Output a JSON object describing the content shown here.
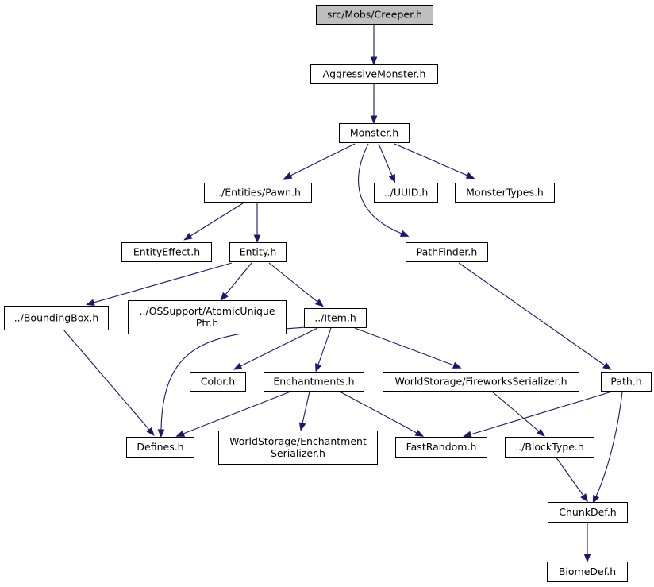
{
  "diagram": {
    "title": "src/Mobs/Creeper.h",
    "nodes": [
      {
        "id": "creeper",
        "lines": [
          "src/Mobs/Creeper.h"
        ],
        "root": true,
        "icon": "file-header"
      },
      {
        "id": "aggressive",
        "lines": [
          "AggressiveMonster.h"
        ]
      },
      {
        "id": "monster",
        "lines": [
          "Monster.h"
        ]
      },
      {
        "id": "pawn",
        "lines": [
          "../Entities/Pawn.h"
        ]
      },
      {
        "id": "uuid",
        "lines": [
          "../UUID.h"
        ]
      },
      {
        "id": "monstertypes",
        "lines": [
          "MonsterTypes.h"
        ]
      },
      {
        "id": "entityeffect",
        "lines": [
          "EntityEffect.h"
        ]
      },
      {
        "id": "entity",
        "lines": [
          "Entity.h"
        ]
      },
      {
        "id": "pathfinder",
        "lines": [
          "PathFinder.h"
        ]
      },
      {
        "id": "boundingbox",
        "lines": [
          "../BoundingBox.h"
        ]
      },
      {
        "id": "atomicptr",
        "lines": [
          "../OSSupport/AtomicUnique",
          "Ptr.h"
        ]
      },
      {
        "id": "item",
        "lines": [
          "../Item.h"
        ]
      },
      {
        "id": "color",
        "lines": [
          "Color.h"
        ]
      },
      {
        "id": "enchantments",
        "lines": [
          "Enchantments.h"
        ]
      },
      {
        "id": "fireworks",
        "lines": [
          "WorldStorage/FireworksSerializer.h"
        ]
      },
      {
        "id": "path",
        "lines": [
          "Path.h"
        ]
      },
      {
        "id": "defines",
        "lines": [
          "Defines.h"
        ]
      },
      {
        "id": "enchser",
        "lines": [
          "WorldStorage/Enchantment",
          "Serializer.h"
        ]
      },
      {
        "id": "fastrandom",
        "lines": [
          "FastRandom.h"
        ]
      },
      {
        "id": "blocktype",
        "lines": [
          "../BlockType.h"
        ]
      },
      {
        "id": "chunkdef",
        "lines": [
          "ChunkDef.h"
        ]
      },
      {
        "id": "biomedef",
        "lines": [
          "BiomeDef.h"
        ]
      }
    ],
    "edges": [
      {
        "from": "creeper",
        "to": "aggressive"
      },
      {
        "from": "aggressive",
        "to": "monster"
      },
      {
        "from": "monster",
        "to": "pawn"
      },
      {
        "from": "monster",
        "to": "uuid"
      },
      {
        "from": "monster",
        "to": "monstertypes"
      },
      {
        "from": "monster",
        "to": "pathfinder"
      },
      {
        "from": "pawn",
        "to": "entityeffect"
      },
      {
        "from": "pawn",
        "to": "entity"
      },
      {
        "from": "entity",
        "to": "boundingbox"
      },
      {
        "from": "entity",
        "to": "atomicptr"
      },
      {
        "from": "entity",
        "to": "item"
      },
      {
        "from": "pathfinder",
        "to": "path"
      },
      {
        "from": "boundingbox",
        "to": "defines"
      },
      {
        "from": "item",
        "to": "defines"
      },
      {
        "from": "item",
        "to": "color"
      },
      {
        "from": "item",
        "to": "enchantments"
      },
      {
        "from": "item",
        "to": "fireworks"
      },
      {
        "from": "enchantments",
        "to": "defines"
      },
      {
        "from": "enchantments",
        "to": "enchser"
      },
      {
        "from": "enchantments",
        "to": "fastrandom"
      },
      {
        "from": "fireworks",
        "to": "blocktype"
      },
      {
        "from": "path",
        "to": "fastrandom"
      },
      {
        "from": "path",
        "to": "chunkdef"
      },
      {
        "from": "blocktype",
        "to": "chunkdef"
      },
      {
        "from": "chunkdef",
        "to": "biomedef"
      }
    ],
    "colors": {
      "edge": "#191970",
      "root_fill": "#bfbfbf",
      "node_fill": "#ffffff",
      "node_stroke": "#000000"
    }
  }
}
